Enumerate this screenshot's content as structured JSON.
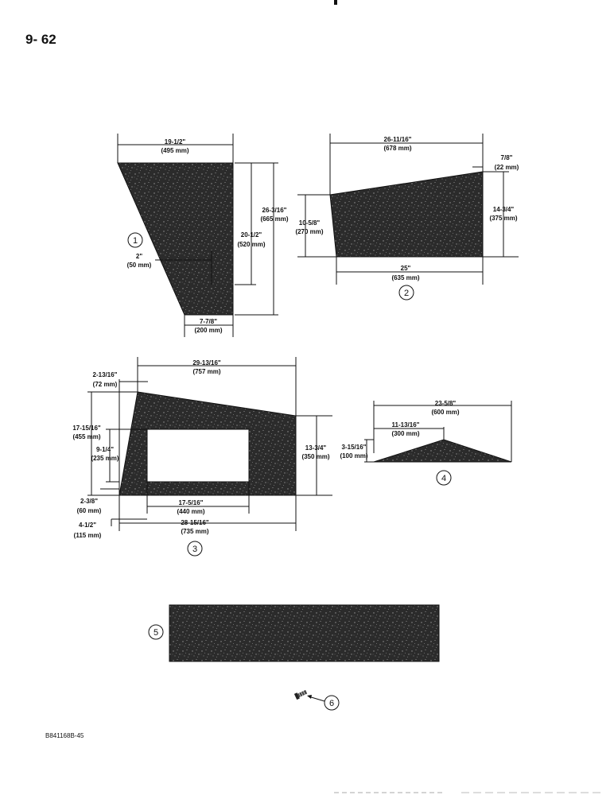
{
  "page": {
    "number": "9- 62",
    "reference": "B841168B-45"
  },
  "parts": [
    {
      "id": "1",
      "dims": {
        "top_width": [
          "19-1/2\"",
          "(495 mm)"
        ],
        "height": [
          "26-3/16\"",
          "(665 mm)"
        ],
        "inner_height": [
          "20-1/2\"",
          "(520 mm)"
        ],
        "offset": [
          "2\"",
          "(50 mm)"
        ],
        "bottom_width": [
          "7-7/8\"",
          "(200 mm)"
        ]
      }
    },
    {
      "id": "2",
      "dims": {
        "top_width": [
          "26-11/16\"",
          "(678 mm)"
        ],
        "right_offset": [
          "7/8\"",
          "(22 mm)"
        ],
        "right_height": [
          "14-3/4\"",
          "(375 mm)"
        ],
        "left_height": [
          "10-5/8\"",
          "(270 mm)"
        ],
        "bottom_width": [
          "25\"",
          "(635 mm)"
        ]
      }
    },
    {
      "id": "3",
      "dims": {
        "top_width": [
          "29-13/16\"",
          "(757 mm)"
        ],
        "left_offset": [
          "2-13/16\"",
          "(72 mm)"
        ],
        "left_height": [
          "17-15/16\"",
          "(455 mm)"
        ],
        "cutout_height": [
          "9-1/4\"",
          "(235 mm)"
        ],
        "right_height": [
          "13-3/4\"",
          "(350 mm)"
        ],
        "cutout_bottom": [
          "2-3/8\"",
          "(60 mm)"
        ],
        "cutout_width": [
          "17-5/16\"",
          "(440 mm)"
        ],
        "bottom_width": [
          "28-15/16\"",
          "(735 mm)"
        ],
        "cutout_left": [
          "4-1/2\"",
          "(115 mm)"
        ]
      }
    },
    {
      "id": "4",
      "dims": {
        "width": [
          "23-5/8\"",
          "(600 mm)"
        ],
        "peak": [
          "11-13/16\"",
          "(300 mm)"
        ],
        "height": [
          "3-15/16\"",
          "(100 mm)"
        ]
      }
    },
    {
      "id": "5"
    },
    {
      "id": "6"
    }
  ]
}
